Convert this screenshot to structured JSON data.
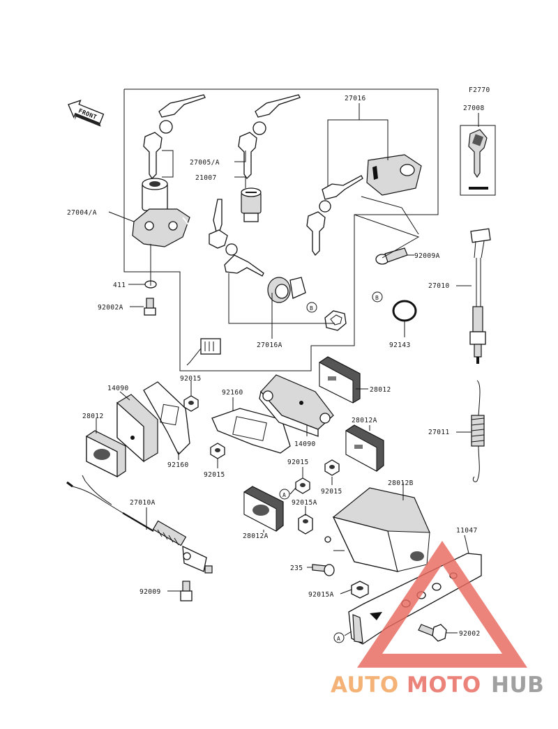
{
  "figure_code": "F2770",
  "front_label": "FRONT",
  "callouts": {
    "c27016": "27016",
    "c27008": "27008",
    "c27005a": "27005/A",
    "c21007": "21007",
    "c27004a": "27004/A",
    "c92009a": "92009A",
    "c411": "411",
    "c92002a": "92002A",
    "c27010": "27010",
    "c92143": "92143",
    "c27016a": "27016A",
    "c92015_top": "92015",
    "c14090_left": "14090",
    "c92160_top": "92160",
    "c28012_right": "28012",
    "c28012_left": "28012",
    "c92160_left": "92160",
    "c92015_left": "92015",
    "c14090_mid": "14090",
    "c28012a_right": "28012A",
    "c27011": "27011",
    "c92015_mid": "92015",
    "c92015_r": "92015",
    "c28012b": "28012B",
    "c92015a": "92015A",
    "c27010a": "27010A",
    "c28012a_left": "28012A",
    "c11047": "11047",
    "c235": "235",
    "c92015a_low": "92015A",
    "c92009": "92009",
    "c92002": "92002"
  },
  "ref_markers": {
    "b1": "B",
    "b2": "B",
    "a1": "A",
    "a2": "A"
  },
  "watermark": {
    "part1": "AUTO",
    "part2": "MOTO",
    "part3": "HUB",
    "color_orange": "#f4a259",
    "color_red": "#e8695f",
    "color_gray": "#8c8c8c"
  }
}
